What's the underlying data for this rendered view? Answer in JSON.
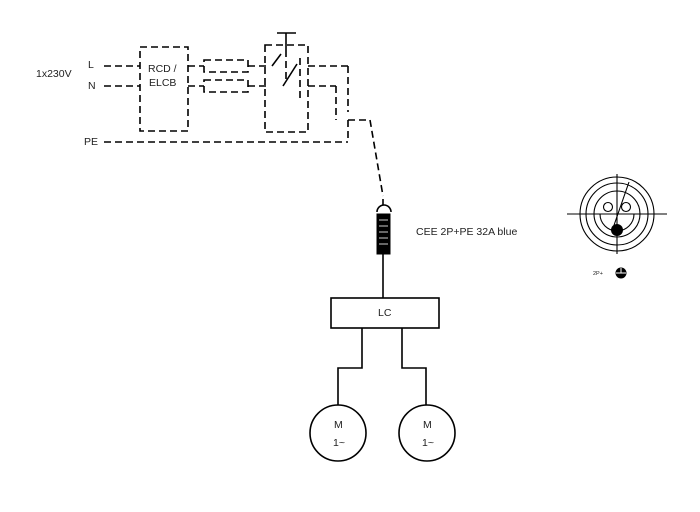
{
  "diagram": {
    "supply_label": "1x230V",
    "line_label": "L",
    "neutral_label": "N",
    "pe_label": "PE",
    "rcd_line1": "RCD /",
    "rcd_line2": "ELCB",
    "plug_label": "CEE 2P+PE 32A blue",
    "controller_label": "LC",
    "motors": [
      {
        "symbol": "M",
        "phase": "1~"
      },
      {
        "symbol": "M",
        "phase": "1~"
      }
    ],
    "socket_legend": "2P+"
  }
}
